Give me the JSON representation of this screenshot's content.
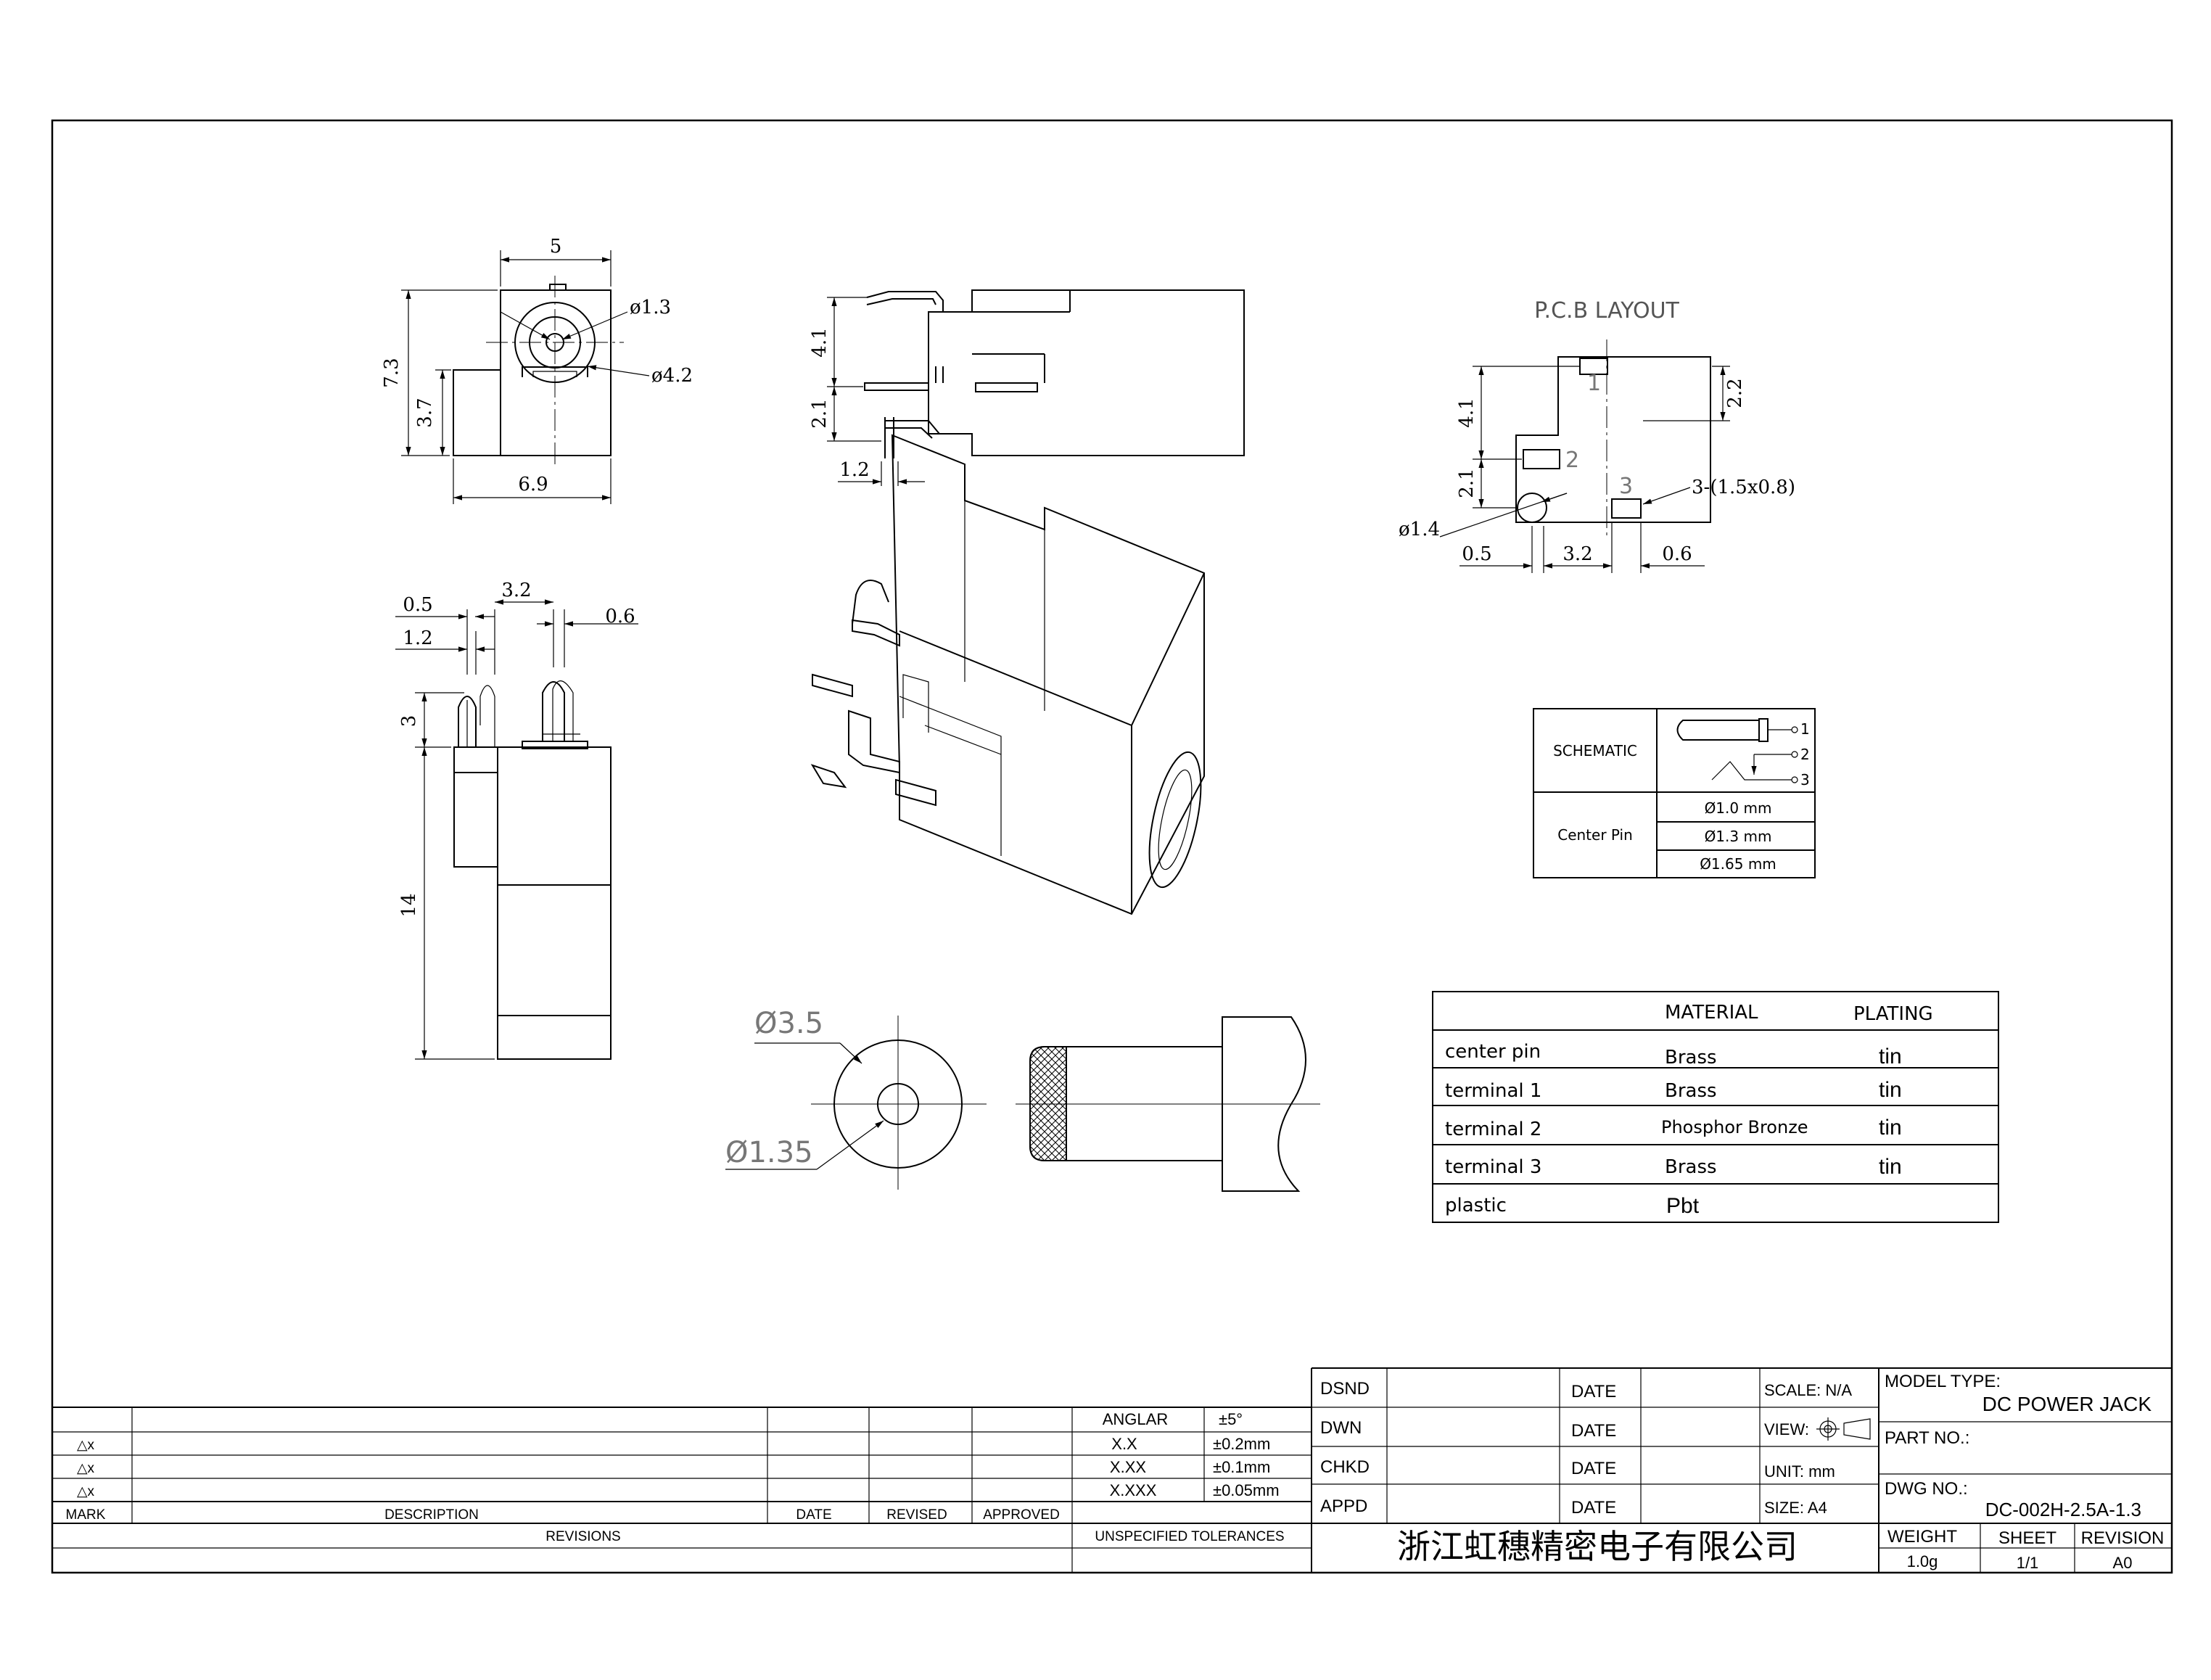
{
  "front_view": {
    "w": "5",
    "h": "7.3",
    "h2": "3.7",
    "pin": "ø1.3",
    "hole": "ø4.2",
    "base": "6.9"
  },
  "side_view": {
    "a": "4.1",
    "b": "2.1",
    "c": "1.2"
  },
  "bottom_view": {
    "a": "0.5",
    "b": "3.2",
    "c": "0.6",
    "d": "1.2",
    "e": "3",
    "f": "14"
  },
  "pcb": {
    "title": "P.C.B LAYOUT",
    "a": "4.1",
    "b": "2.2",
    "c": "2.1",
    "hole": "ø1.4",
    "pads": "3-(1.5x0.8)",
    "x1": "0.5",
    "x2": "3.2",
    "x3": "0.6",
    "p1": "1",
    "p2": "2",
    "p3": "3"
  },
  "plug": {
    "outer": "Ø3.5",
    "inner": "Ø1.35"
  },
  "schematic": {
    "label": "SCHEMATIC",
    "pins": [
      "1",
      "2",
      "3"
    ],
    "center_pin_label": "Center Pin",
    "center_pins": [
      "Ø1.0 mm",
      "Ø1.3 mm",
      "Ø1.65 mm"
    ]
  },
  "materials": {
    "headers": [
      "MATERIAL",
      "PLATING"
    ],
    "rows": [
      {
        "part": "center pin",
        "material": "Brass",
        "plating": "tin"
      },
      {
        "part": "terminal 1",
        "material": "Brass",
        "plating": "tin"
      },
      {
        "part": "terminal 2",
        "material": "Phosphor Bronze",
        "plating": "tin"
      },
      {
        "part": "terminal 3",
        "material": "Brass",
        "plating": "tin"
      },
      {
        "part": "plastic",
        "material": "Pbt",
        "plating": ""
      }
    ]
  },
  "revisions": {
    "marks": [
      "△x",
      "△x",
      "△x"
    ],
    "headers": {
      "mark": "MARK",
      "description": "DESCRIPTION",
      "date": "DATE",
      "revised": "REVISED",
      "approved": "APPROVED"
    },
    "footer": "REVISIONS"
  },
  "tolerances": {
    "rows": [
      {
        "k": "ANGLAR",
        "v": "±5°"
      },
      {
        "k": "X.X",
        "v": "±0.2mm"
      },
      {
        "k": "X.XX",
        "v": "±0.1mm"
      },
      {
        "k": "X.XXX",
        "v": "±0.05mm"
      }
    ],
    "footer": "UNSPECIFIED TOLERANCES"
  },
  "title_block": {
    "dsnd": "DSND",
    "dwn": "DWN",
    "chkd": "CHKD",
    "appd": "APPD",
    "date": "DATE",
    "scale": "SCALE: N/A",
    "view": "VIEW:",
    "unit": "UNIT: mm",
    "size": "SIZE: A4",
    "company": "浙江虹穗精密电子有限公司",
    "model_type_label": "MODEL TYPE:",
    "model_type": "DC POWER JACK",
    "part_no_label": "PART NO.:",
    "dwg_no_label": "DWG NO.:",
    "dwg_no": "DC-002H-2.5A-1.3",
    "weight_label": "WEIGHT",
    "weight": "1.0g",
    "sheet_label": "SHEET",
    "sheet": "1/1",
    "revision_label": "REVISION",
    "revision": "A0"
  }
}
